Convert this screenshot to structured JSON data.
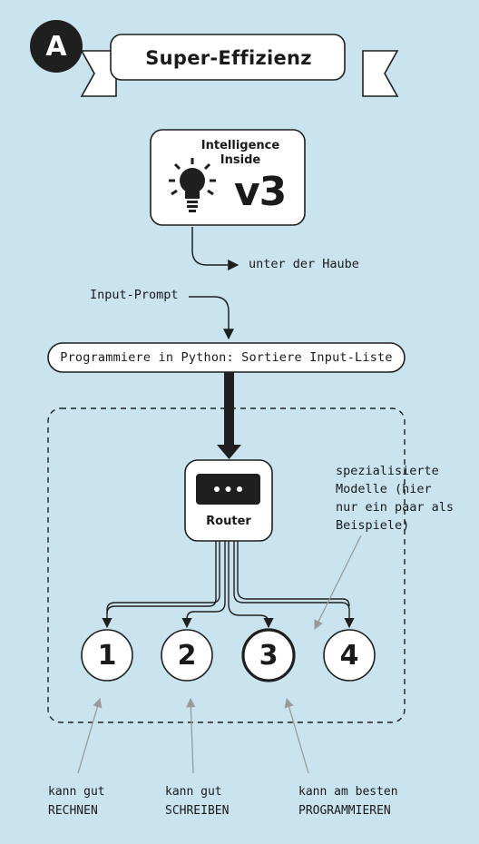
{
  "header": {
    "badge": "A",
    "title": "Super-Effizienz"
  },
  "chip": {
    "label_line1": "Intelligence",
    "label_line2": "Inside",
    "version": "v3",
    "icon": "lightbulb-icon"
  },
  "annotations": {
    "under_hood": "unter der Haube",
    "input_prompt": "Input-Prompt",
    "specialized_line1": "spezialisierte",
    "specialized_line2": "Modelle (hier",
    "specialized_line3": "nur ein paar als",
    "specialized_line4": "Beispiele)"
  },
  "input_box": {
    "text": "Programmiere in Python: Sortiere Input-Liste"
  },
  "router": {
    "label": "Router",
    "icon": "router-icon"
  },
  "models": [
    {
      "number": "1"
    },
    {
      "number": "2"
    },
    {
      "number": "3",
      "highlighted": true
    },
    {
      "number": "4"
    }
  ],
  "captions": [
    {
      "line1": "kann gut",
      "line2": "RECHNEN"
    },
    {
      "line1": "kann gut",
      "line2": "SCHREIBEN"
    },
    {
      "line1": "kann am besten",
      "line2": "PROGRAMMIEREN"
    }
  ],
  "colors": {
    "background": "#c9e3ef",
    "ink": "#1f1f1f",
    "panel": "#ffffff",
    "pointer": "#9a9a9a"
  }
}
